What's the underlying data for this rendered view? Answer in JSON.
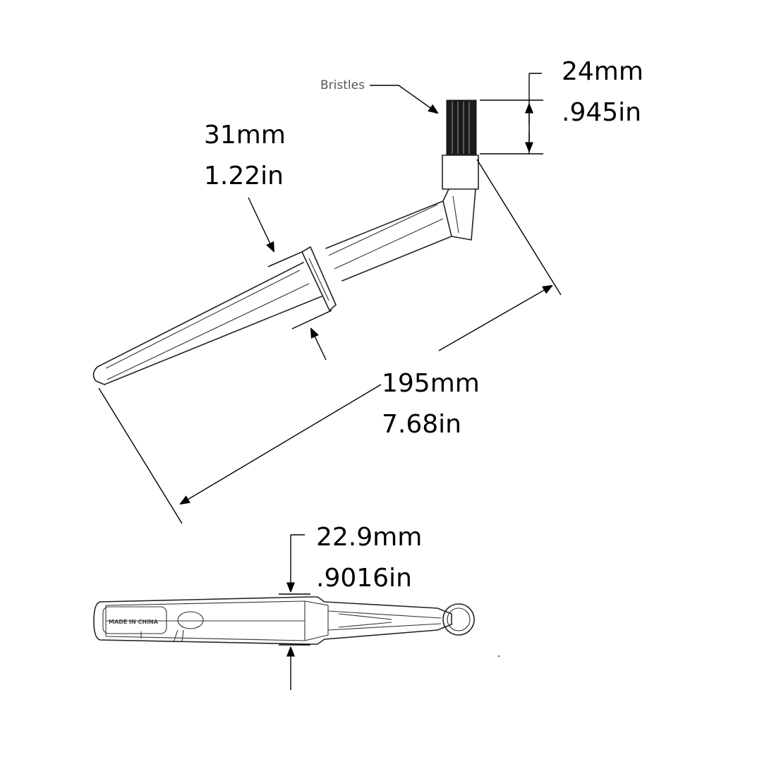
{
  "labels": {
    "bristles": "Bristles"
  },
  "dimensions": {
    "bristle_height": {
      "mm": "24mm",
      "in": ".945in"
    },
    "guard_width": {
      "mm": "31mm",
      "in": "1.22in"
    },
    "overall_length": {
      "mm": "195mm",
      "in": "7.68in"
    },
    "handle_thickness": {
      "mm": "22.9mm",
      "in": ".9016in"
    }
  },
  "colors": {
    "line": "#222222",
    "text": "#000000",
    "callout_text": "#555555",
    "background": "#ffffff"
  }
}
